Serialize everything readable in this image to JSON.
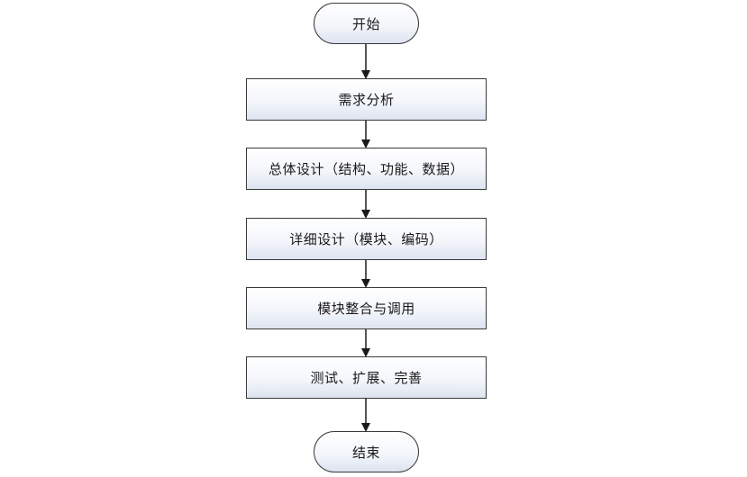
{
  "flowchart": {
    "start": "开始",
    "steps": [
      "需求分析",
      "总体设计（结构、功能、数据）",
      "详细设计（模块、编码）",
      "模块整合与调用",
      "测试、扩展、完善"
    ],
    "end": "结束"
  },
  "colors": {
    "border": "#3a3a3a",
    "box_fill_top": "#ffffff",
    "box_fill_bottom": "#dde3f0",
    "arrow": "#1a1a1a"
  }
}
